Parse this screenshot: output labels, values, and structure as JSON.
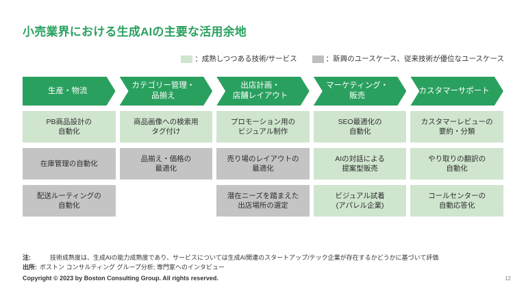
{
  "slide": {
    "title": "小売業界における生成AIの主要な活用余地",
    "page_number": "12"
  },
  "colors": {
    "brand_green": "#2aa05f",
    "cell_green": "#cfe5ce",
    "cell_gray": "#c4c4c4",
    "legend_gray": "#bfbfbf",
    "text": "#333333"
  },
  "legend": {
    "items": [
      {
        "swatch": "green",
        "text": "：成熟しつつある技術/サービス"
      },
      {
        "swatch": "gray",
        "text": "：新興のユースケース、従来技術が優位なユースケース"
      }
    ]
  },
  "columns": [
    {
      "header": "生産・物流"
    },
    {
      "header": "カテゴリー管理・\n品揃え"
    },
    {
      "header": "出店計画・\n店舗レイアウト"
    },
    {
      "header": "マーケティング・\n販売"
    },
    {
      "header": "カスタマーサポート"
    }
  ],
  "rows": [
    {
      "cells": [
        {
          "text": "PB商品設計の\n自動化",
          "status": "green"
        },
        {
          "text": "商品画像への検索用\nタグ付け",
          "status": "green"
        },
        {
          "text": "プロモーション用の\nビジュアル制作",
          "status": "green"
        },
        {
          "text": "SEO最適化の\n自動化",
          "status": "green"
        },
        {
          "text": "カスタマーレビューの\n要約・分類",
          "status": "green"
        }
      ]
    },
    {
      "cells": [
        {
          "text": "在庫管理の自動化",
          "status": "gray"
        },
        {
          "text": "品揃え・価格の\n最適化",
          "status": "gray"
        },
        {
          "text": "売り場のレイアウトの\n最適化",
          "status": "gray"
        },
        {
          "text": "AIの対話による\n提案型販売",
          "status": "green"
        },
        {
          "text": "やり取りの翻訳の\n自動化",
          "status": "green"
        }
      ]
    },
    {
      "cells": [
        {
          "text": "配送ルーティングの\n自動化",
          "status": "gray"
        },
        {
          "text": "",
          "status": "empty"
        },
        {
          "text": "潜在ニーズを踏まえた\n出店場所の選定",
          "status": "gray"
        },
        {
          "text": "ビジュアル試着\n(アパレル企業)",
          "status": "green"
        },
        {
          "text": "コールセンターの\n自動応答化",
          "status": "green"
        }
      ]
    }
  ],
  "footer": {
    "note_label": "注:",
    "note_text": "技術成熟度は、生成AIの能力成熟度であり、サービスについては生成AI関連のスタートアップ/テック企業が存在するかどうかに基づいて評価",
    "source_label": "出所:",
    "source_text": "ボストン コンサルティング グループ分析; 専門家へのインタビュー",
    "copyright": "Copyright © 2023 by Boston Consulting Group. All rights reserved."
  }
}
